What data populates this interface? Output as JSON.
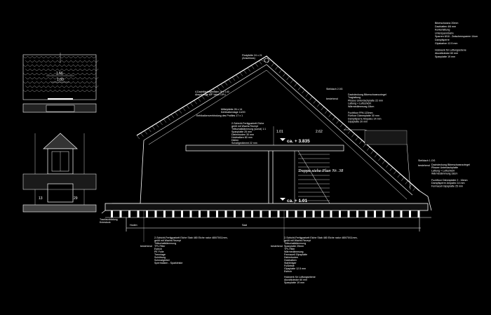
{
  "dimensions": {
    "detail_width_outer": "1.56",
    "detail_width_inner": "1.00",
    "rise_upper": "1.01",
    "rise_lower": "2.62",
    "level_upper": "ca. + 3.835",
    "level_lower": "ca. + 1.01"
  },
  "labels": {
    "stair_note": "Treppe siehe Plan Nr. 38",
    "ridge_note": "Firstpfette 24 x 21",
    "ridge_note_sub": "(Anschluss)",
    "roof_label": "Steildach 2.0G",
    "roof_label_lower": "Steildach 1.OG",
    "floor_label": "Hoden",
    "floor_label_right": "Saal",
    "left_detail_label": "Traufausbildung",
    "left_detail_sub": "Kniestock"
  },
  "notes_top_right": [
    "Biberschwanz 20mm",
    "Dachlatten 4/6 mm",
    "Konterlattung",
    "Unterspannbahn",
    "Sparren 8/18 - Zwischensparren 14cm",
    "Dampfsperre",
    "Gipskarton 12.5 mm",
    "",
    "Holzwerk für Luftungsebene",
    "Akustikdecke 60 mm",
    "Spanplatte 19 mm"
  ],
  "notes_right_upper": [
    "Dachdeckung Biberschwanzziegel",
    "Traglattung",
    "Plissee Unterdachplatte 22 mm",
    "Lattung + Luftschicht",
    "Wärmedämmung 18cm"
  ],
  "notes_right_upper_b": [
    "Fuchfloor FPA 120mm",
    "Fürfloor Dämmplatte 30 mm",
    "Dampfsperre Ampalec 14 mm",
    "Gipsplatte 20 mm"
  ],
  "notes_right_lower": [
    "Dachdeckung Biberschwanzziegel",
    "Plissee Unterdachplatte",
    "Lattung + Luftschicht",
    "Wärmedämmung 18cm"
  ],
  "notes_right_lower_b": [
    "Fuchfloor Dämmplatte 2 - 16mm",
    "Dampfsperre Ampalec 14 mm",
    "Fermacell Gipsplatte 25 mm"
  ],
  "notes_interior": [
    "4.Dachflächenfenster 78 x 140",
    "Abspitzfuge 60° Velux GPU",
    "Mittelpfette 26 x 14",
    "Kehlbalkenlage 14/20",
    "Kehlbalkenverbindung des Profiles 17 x 1",
    "2-Schicht-Fertigparkett Eiche",
    "geölt mit Wachs Rezept",
    "Trittschalldämmung (sonst) 1:1",
    "Spanplatte 25 mm",
    "Dielenboden 30 mm",
    "Holzbalken 80 mm",
    "Dielen",
    "Schallgedämmt 22 mm"
  ],
  "notes_bottom_left": [
    "2-Schicht-Fertigparkett Eiche Stab 480 Eiche natur 480/70/11mm,",
    "geölt mit Wachs Rezept",
    "Trittschalldämmung",
    "TPL Filter",
    "Estrich",
    "PE Folie",
    "Trennlage",
    "Schüttung",
    "Schmalgiebel",
    "Sperrbalken - Sparkleiste"
  ],
  "notes_bottom_right": [
    "2-Schicht-Fertigparkett Eiche Stab 480 Eiche natur 480/70/11mm,",
    "geölt mit Wachs Rezept",
    "Trittschalldämmung",
    "Spanplatte 25mm",
    "TPL Filter",
    "Wärmedämmung",
    "Fermacell Gipsplatte",
    "Dielenboden",
    "Holzbalken",
    "Stahlträger",
    "Fußleiste",
    "Gipsplatte 12.5 mm",
    "Estrich",
    "",
    "Holzwerk für Luftungsebene",
    "Akustikdecke 60 mm",
    "Spanplatte 19 mm"
  ],
  "annotation_key_left": "bestehend",
  "annotation_key_right": "bestehend"
}
